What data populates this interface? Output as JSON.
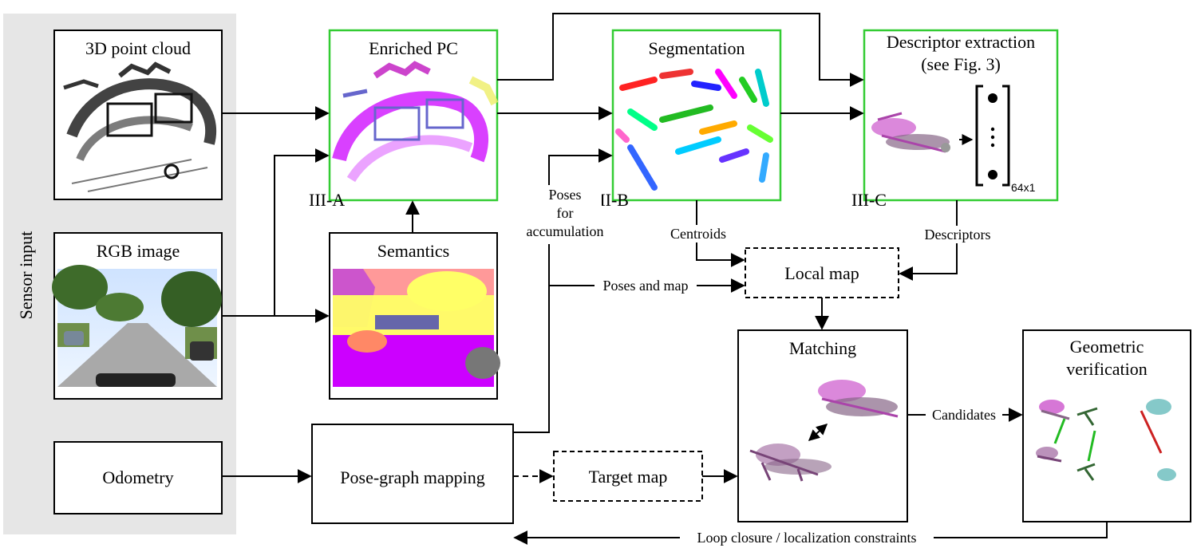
{
  "sensor_panel": {
    "label": "Sensor input",
    "fill": "#e6e6e6"
  },
  "inputs": {
    "point_cloud": "3D point cloud",
    "rgb_image": "RGB image",
    "odometry": "Odometry"
  },
  "stages": {
    "enriched_pc": {
      "title": "Enriched PC",
      "tag": "III-A"
    },
    "semantics": {
      "title": "Semantics"
    },
    "segmentation": {
      "title": "Segmentation",
      "tag": "III-B"
    },
    "descriptor": {
      "title_line1": "Descriptor extraction",
      "title_line2": "(see Fig. 3)",
      "tag": "III-C",
      "vector_size": "64x1"
    },
    "local_map": "Local map",
    "matching": "Matching",
    "geometric_verification": {
      "line1": "Geometric",
      "line2": "verification"
    },
    "pose_graph": "Pose-graph mapping",
    "target_map": "Target map"
  },
  "edge_labels": {
    "poses_accum": [
      "Poses",
      "for",
      "accumulation"
    ],
    "centroids": "Centroids",
    "descriptors": "Descriptors",
    "poses_and_map": "Poses and map",
    "candidates": "Candidates",
    "loop_closure": "Loop closure / localization constraints"
  },
  "colors": {
    "stage_border": "#33cc33",
    "box_border": "#000000",
    "match_ok": "#22bb22",
    "match_bad": "#cc2222",
    "semantic_road": "#cc00ff",
    "semantic_vegetation": "#ffff66",
    "semantic_sky": "#ff9999",
    "semantic_tree": "#cc55cc"
  }
}
